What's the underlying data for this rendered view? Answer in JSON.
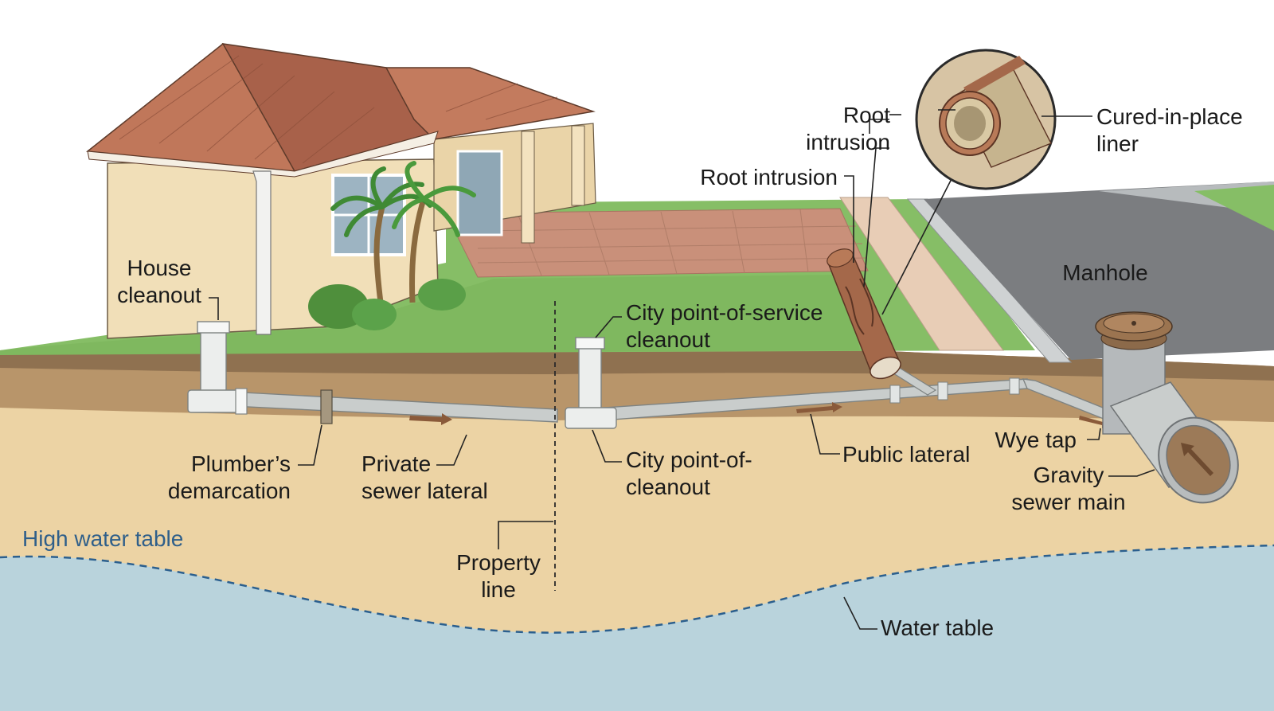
{
  "colors": {
    "soil_top": "#8f7150",
    "soil_mid": "#d9b886",
    "soil_sand": "#ecd3a4",
    "groundwater": "#b9d3dc",
    "water_line": "#2b5f8e",
    "grass": "#7fb85f",
    "roof": "#c0775a",
    "wall": "#f1dfb8",
    "pavers": "#c9907a",
    "asphalt": "#7b7d80",
    "pipe": "#d8dcdc",
    "root": "#a4684a",
    "liner": "#c6b48e"
  },
  "icons": [
    "house-icon",
    "palm-tree-icon",
    "manhole-cover-icon",
    "flow-arrow-icon",
    "magnifier-inset-icon"
  ],
  "labels": {
    "house_cleanout": [
      "House",
      "cleanout"
    ],
    "plumbers_demarcation": [
      "Plumber’s",
      "demarcation"
    ],
    "private_lateral": [
      "Private",
      "sewer lateral"
    ],
    "city_pos_cleanout_top": [
      "City point-of-service",
      "cleanout"
    ],
    "city_pos_cleanout_bottom": [
      "City point-of-",
      "cleanout"
    ],
    "property_line": [
      "Property",
      "line"
    ],
    "root_intrusion_top": [
      "Root",
      "intrusion"
    ],
    "root_intrusion_mid": "Root intrusion",
    "cured_liner": [
      "Cured-in-place",
      "liner"
    ],
    "manhole": "Manhole",
    "public_lateral": "Public lateral",
    "wye_tap": "Wye tap",
    "gravity_main": [
      "Gravity",
      "sewer main"
    ],
    "high_water_table": "High water table",
    "water_table": "Water table"
  }
}
